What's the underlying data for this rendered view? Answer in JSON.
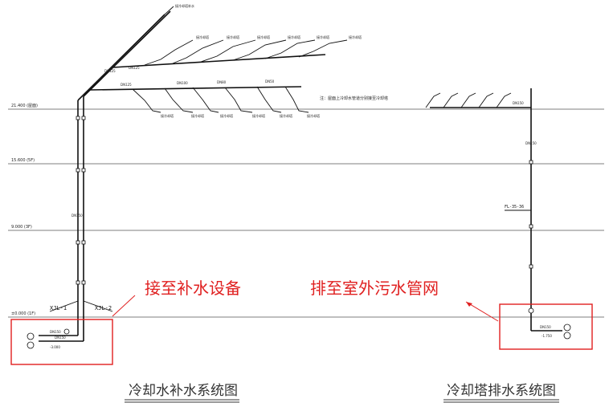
{
  "levels": [
    {
      "id": "roof",
      "label": "21.400 (屋面)"
    },
    {
      "id": "f5",
      "label": "15.600 (5F)"
    },
    {
      "id": "f3",
      "label": "9.000 (3F)"
    },
    {
      "id": "f1",
      "label": "±0.000 (1F)"
    }
  ],
  "left_system": {
    "title": "冷却水补水系统图",
    "riser_tags": [
      "XJL-1",
      "XJL-2"
    ],
    "elevation_label": "-3.000",
    "note": "注：屋面上冷却水管道分别接至冷却塔",
    "callout": "接至补水设备"
  },
  "right_system": {
    "title": "冷却塔排水系统图",
    "riser_tag": "FL-35-36",
    "elevation_label": "-1.750",
    "callout": "排至室外污水管网"
  },
  "colors": {
    "callout": "#e02020",
    "line": "#111111"
  }
}
